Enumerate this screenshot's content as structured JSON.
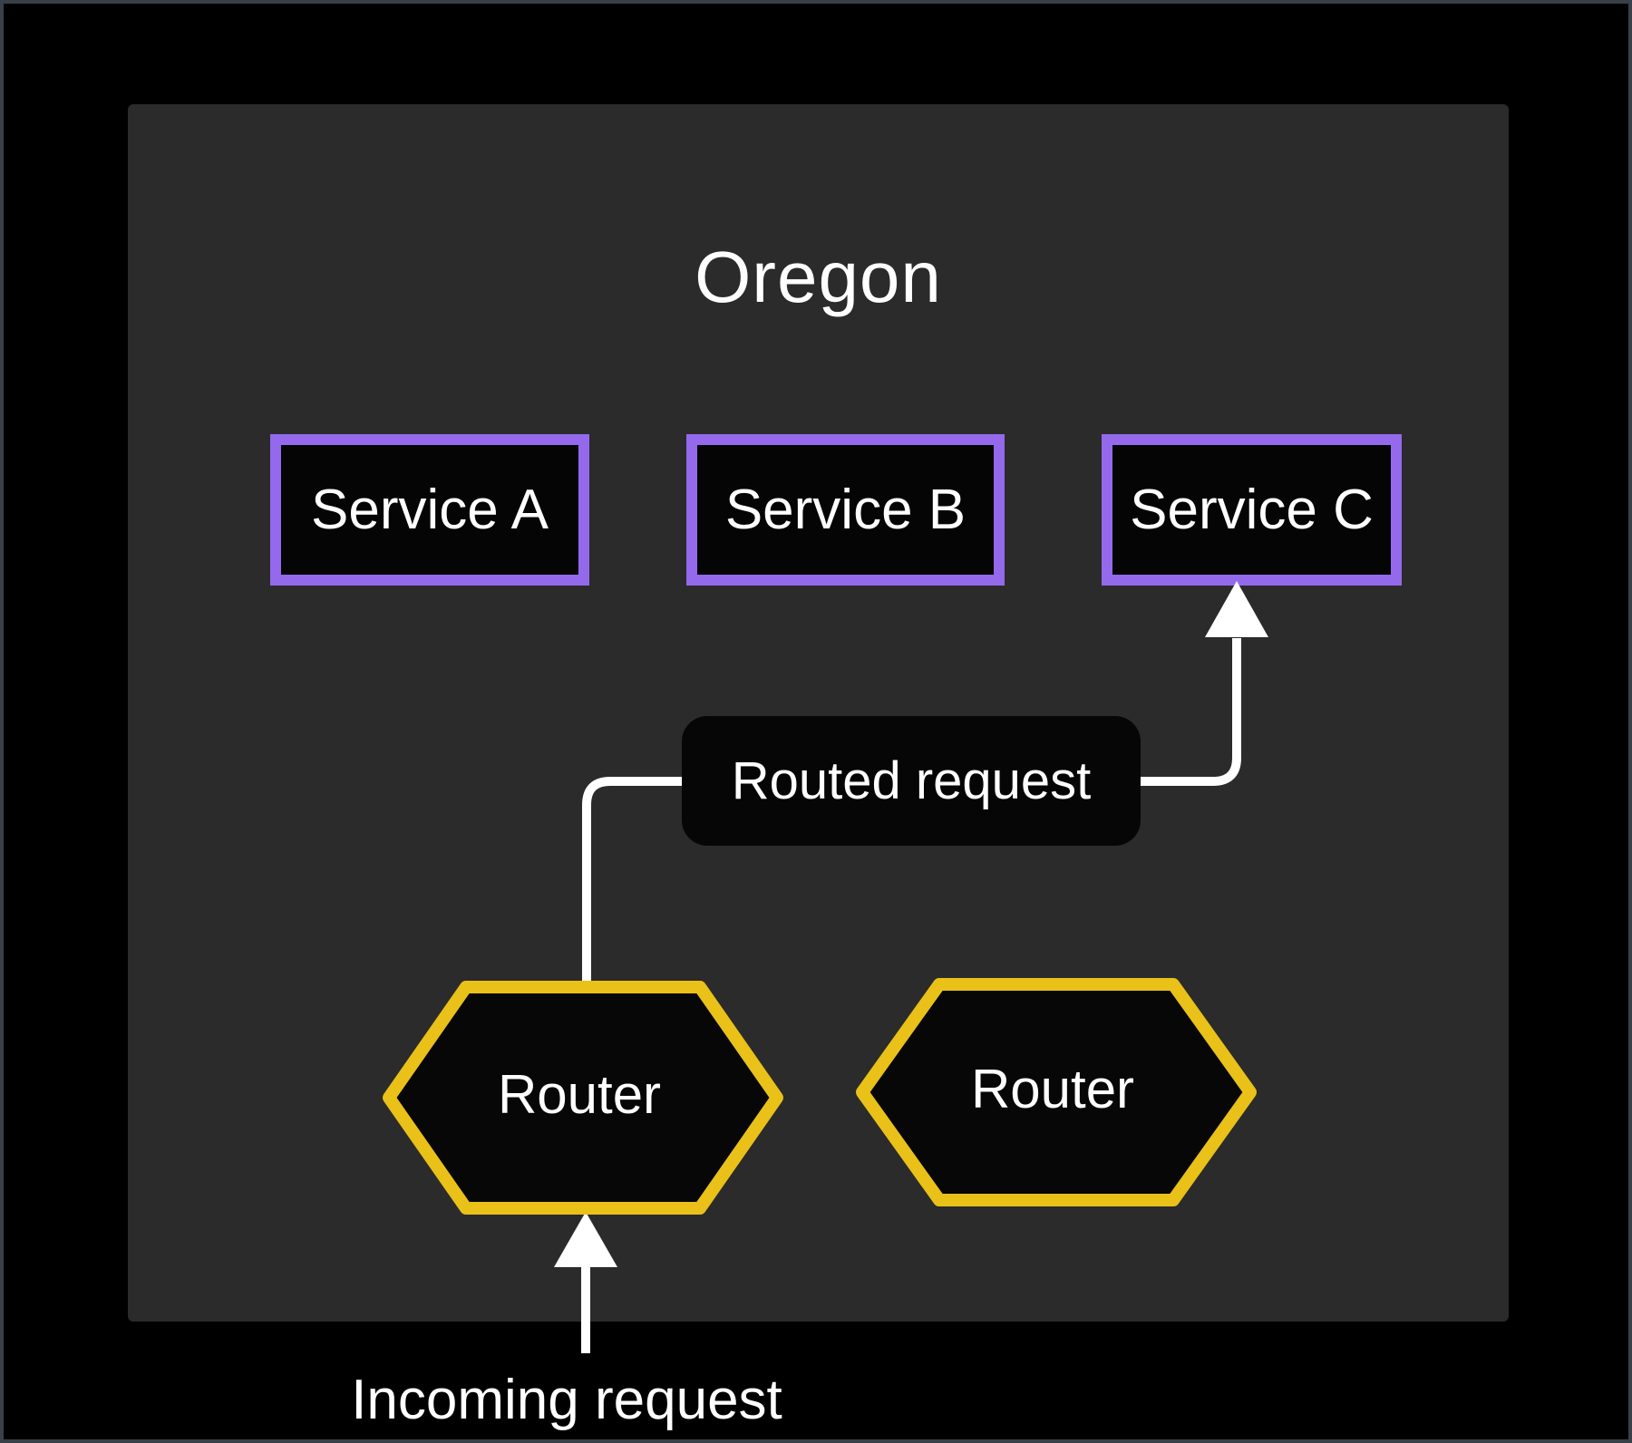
{
  "diagram": {
    "region": {
      "title": "Oregon"
    },
    "services": [
      {
        "id": "a",
        "label": "Service A"
      },
      {
        "id": "b",
        "label": "Service B"
      },
      {
        "id": "c",
        "label": "Service C"
      }
    ],
    "routers": [
      {
        "id": "left",
        "label": "Router"
      },
      {
        "id": "right",
        "label": "Router"
      }
    ],
    "flows": {
      "routed_label": "Routed request",
      "incoming_label": "Incoming request"
    }
  },
  "colors": {
    "canvas_bg": "#000000",
    "frame_border": "#3a4047",
    "panel_bg": "#2b2b2b",
    "service_border": "#9469ec",
    "service_fill": "#050505",
    "router_border": "#e9c119",
    "router_fill": "#070707",
    "connector": "#ffffff",
    "label_bg": "#060606",
    "text": "#ffffff"
  }
}
